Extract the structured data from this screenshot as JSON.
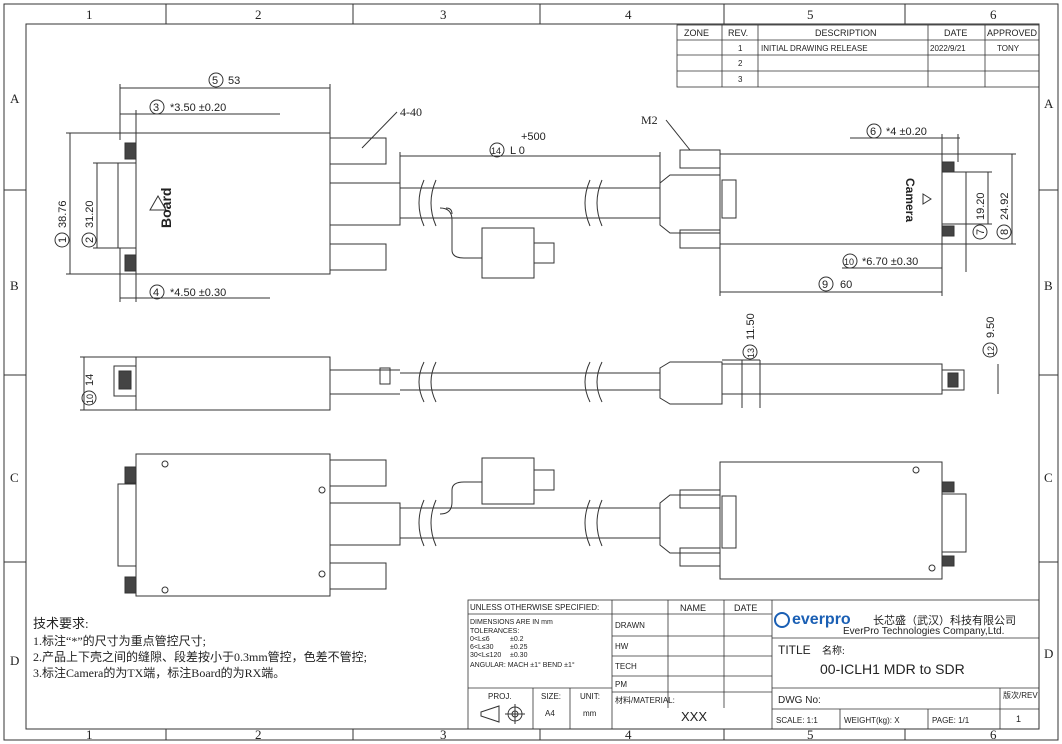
{
  "grid": {
    "columns": [
      "1",
      "2",
      "3",
      "4",
      "5",
      "6"
    ],
    "rows": [
      "A",
      "B",
      "C",
      "D"
    ]
  },
  "revision_table": {
    "headers": [
      "ZONE",
      "REV.",
      "DESCRIPTION",
      "DATE",
      "APPROVED"
    ],
    "rows": [
      {
        "zone": "",
        "rev": "1",
        "description": "INITIAL DRAWING RELEASE",
        "date": "2022/9/21",
        "approved": "TONY"
      },
      {
        "zone": "",
        "rev": "2",
        "description": "",
        "date": "",
        "approved": ""
      },
      {
        "zone": "",
        "rev": "3",
        "description": "",
        "date": "",
        "approved": ""
      }
    ]
  },
  "dimensions": {
    "d5": {
      "num": "5",
      "value": "53"
    },
    "d3": {
      "num": "3",
      "value": "*3.50 ±0.20"
    },
    "screw": "4-40",
    "d14": {
      "num": "14",
      "value": "L  0",
      "tol": "+500"
    },
    "m2": "M2",
    "d6": {
      "num": "6",
      "value": "*4 ±0.20"
    },
    "d1": {
      "num": "1",
      "value": "38.76"
    },
    "d2": {
      "num": "2",
      "value": "31.20"
    },
    "d7": {
      "num": "7",
      "value": "19.20"
    },
    "d8": {
      "num": "8",
      "value": "24.92"
    },
    "d10a": {
      "num": "10",
      "value": "*6.70 ±0.30"
    },
    "d9": {
      "num": "9",
      "value": "60"
    },
    "d4": {
      "num": "4",
      "value": "*4.50 ±0.30"
    },
    "d13": {
      "num": "13",
      "value": "11.50"
    },
    "d12": {
      "num": "12",
      "value": "9.50"
    },
    "d10b": {
      "num": "10",
      "value": "14"
    }
  },
  "labels": {
    "board": "Board",
    "camera": "Camera"
  },
  "notes": {
    "title": "技术要求:",
    "items": [
      "1.标注“*”的尺寸为重点管控尺寸;",
      "2.产品上下壳之间的缝隙、段差按小于0.3mm管控，色差不管控;",
      "3.标注Camera的为TX端，标注Board的为RX端。"
    ]
  },
  "title_block": {
    "unless": "UNLESS OTHERWISE SPECIFIED:",
    "dims_in": "DIMENSIONS ARE IN mm",
    "tolerances": "TOLERANCES:",
    "tol_rows": [
      {
        "range": "0<L≤6",
        "tol": "±0.2"
      },
      {
        "range": "6<L≤30",
        "tol": "±0.25"
      },
      {
        "range": "30<L≤120",
        "tol": "±0.30"
      }
    ],
    "angular": "ANGULAR: MACH ±1° BEND ±1°",
    "proj": "PROJ.",
    "size_label": "SIZE:",
    "size_value": "A4",
    "unit_label": "UNIT:",
    "unit_value": "mm",
    "name_header": "NAME",
    "date_header": "DATE",
    "roles": [
      "DRAWN",
      "HW",
      "TECH",
      "PM"
    ],
    "material_label": "材料/MATERIAL:",
    "material_value": "XXX",
    "company_logo": "everpro",
    "company_cn": "长芯盛（武汉）科技有限公司",
    "company_en": "EverPro Technologies Company,Ltd.",
    "title_label": "TITLE",
    "title_cn": "名称:",
    "title_value": "00-ICLH1 MDR to SDR",
    "dwg_label": "DWG No:",
    "rev_label": "版次/REV",
    "rev_value": "1",
    "scale": "SCALE: 1:1",
    "weight": "WEIGHT(kg):  X",
    "page": "PAGE:  1/1"
  },
  "colors": {
    "line": "#333333",
    "accent": "#1a5fb4"
  }
}
